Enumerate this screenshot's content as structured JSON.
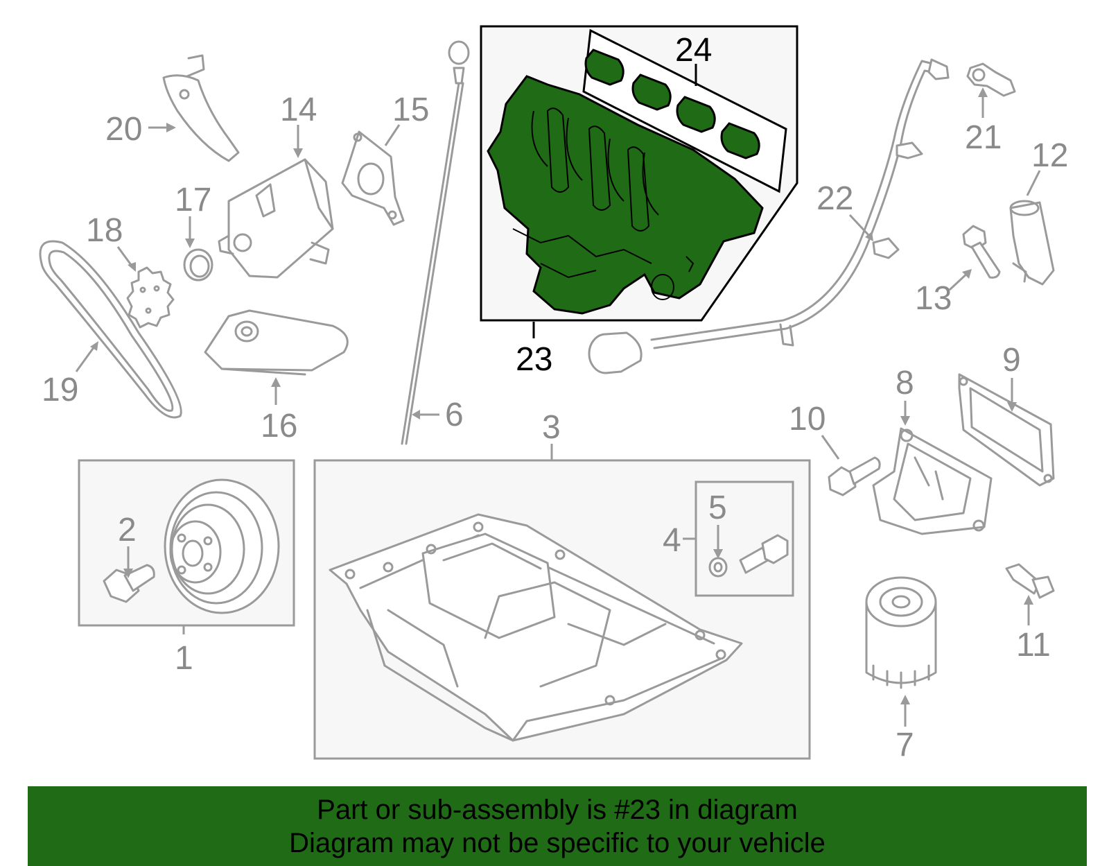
{
  "callouts": {
    "c1": "1",
    "c2": "2",
    "c3": "3",
    "c4": "4",
    "c5": "5",
    "c6": "6",
    "c7": "7",
    "c8": "8",
    "c9": "9",
    "c10": "10",
    "c11": "11",
    "c12": "12",
    "c13": "13",
    "c14": "14",
    "c15": "15",
    "c16": "16",
    "c17": "17",
    "c18": "18",
    "c19": "19",
    "c20": "20",
    "c21": "21",
    "c22": "22",
    "c23": "23",
    "c24": "24"
  },
  "highlight": {
    "part_number": "23",
    "color": "#1f6b16"
  },
  "banner": {
    "line1": "Part or sub-assembly is #23 in diagram",
    "line2": "Diagram may not be specific to your vehicle",
    "background": "#1f6b16"
  }
}
